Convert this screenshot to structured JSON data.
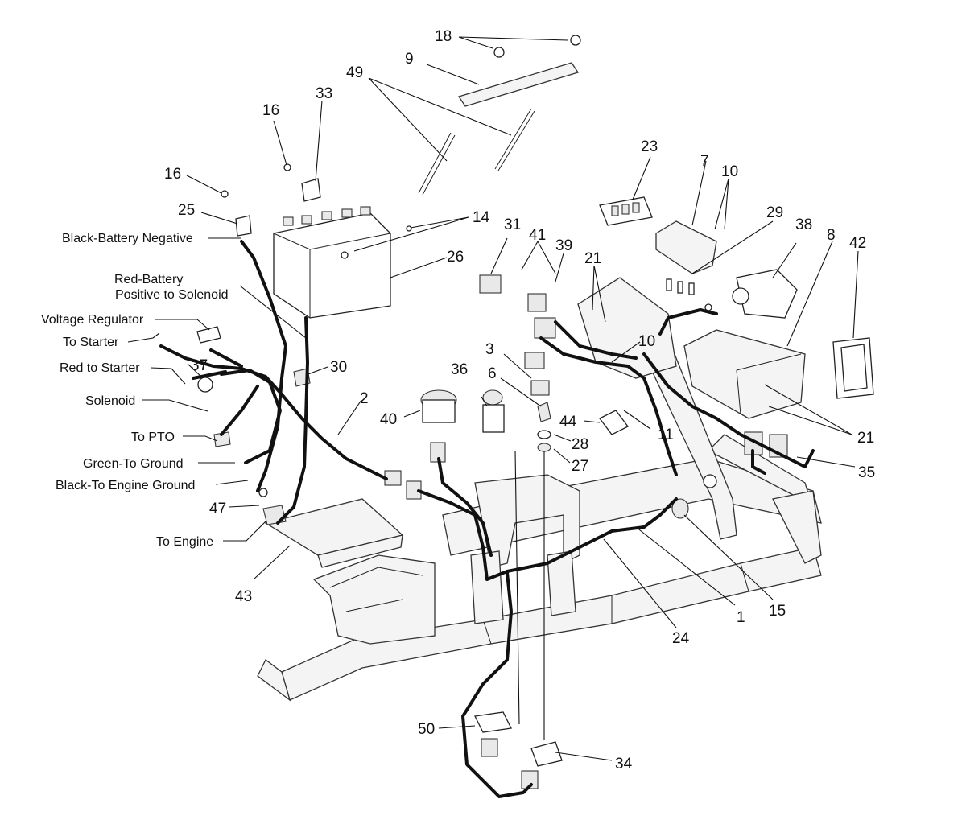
{
  "callouts": [
    {
      "id": "c1",
      "text": "1"
    },
    {
      "id": "c2",
      "text": "2"
    },
    {
      "id": "c3",
      "text": "3"
    },
    {
      "id": "c6",
      "text": "6"
    },
    {
      "id": "c7",
      "text": "7"
    },
    {
      "id": "c8",
      "text": "8"
    },
    {
      "id": "c9",
      "text": "9"
    },
    {
      "id": "c10a",
      "text": "10"
    },
    {
      "id": "c10b",
      "text": "10"
    },
    {
      "id": "c11",
      "text": "11"
    },
    {
      "id": "c14",
      "text": "14"
    },
    {
      "id": "c15",
      "text": "15"
    },
    {
      "id": "c16a",
      "text": "16"
    },
    {
      "id": "c16b",
      "text": "16"
    },
    {
      "id": "c18",
      "text": "18"
    },
    {
      "id": "c21a",
      "text": "21"
    },
    {
      "id": "c21b",
      "text": "21"
    },
    {
      "id": "c23",
      "text": "23"
    },
    {
      "id": "c24",
      "text": "24"
    },
    {
      "id": "c25",
      "text": "25"
    },
    {
      "id": "c26",
      "text": "26"
    },
    {
      "id": "c27",
      "text": "27"
    },
    {
      "id": "c28",
      "text": "28"
    },
    {
      "id": "c29",
      "text": "29"
    },
    {
      "id": "c30",
      "text": "30"
    },
    {
      "id": "c31",
      "text": "31"
    },
    {
      "id": "c33",
      "text": "33"
    },
    {
      "id": "c34",
      "text": "34"
    },
    {
      "id": "c35",
      "text": "35"
    },
    {
      "id": "c36",
      "text": "36"
    },
    {
      "id": "c37",
      "text": "37"
    },
    {
      "id": "c38",
      "text": "38"
    },
    {
      "id": "c39",
      "text": "39"
    },
    {
      "id": "c40",
      "text": "40"
    },
    {
      "id": "c41",
      "text": "41"
    },
    {
      "id": "c42",
      "text": "42"
    },
    {
      "id": "c43",
      "text": "43"
    },
    {
      "id": "c44",
      "text": "44"
    },
    {
      "id": "c47",
      "text": "47"
    },
    {
      "id": "c49",
      "text": "49"
    },
    {
      "id": "c50",
      "text": "50"
    }
  ],
  "wire_labels": {
    "black_battery_negative": "Black-Battery Negative",
    "red_battery_line1": "Red-Battery",
    "red_battery_line2": "Positive to Solenoid",
    "voltage_regulator": "Voltage Regulator",
    "to_starter": "To Starter",
    "red_to_starter": "Red to Starter",
    "solenoid": "Solenoid",
    "to_pto": "To PTO",
    "green_to_ground": "Green-To Ground",
    "black_to_engine_ground": "Black-To Engine Ground",
    "to_engine": "To Engine"
  }
}
